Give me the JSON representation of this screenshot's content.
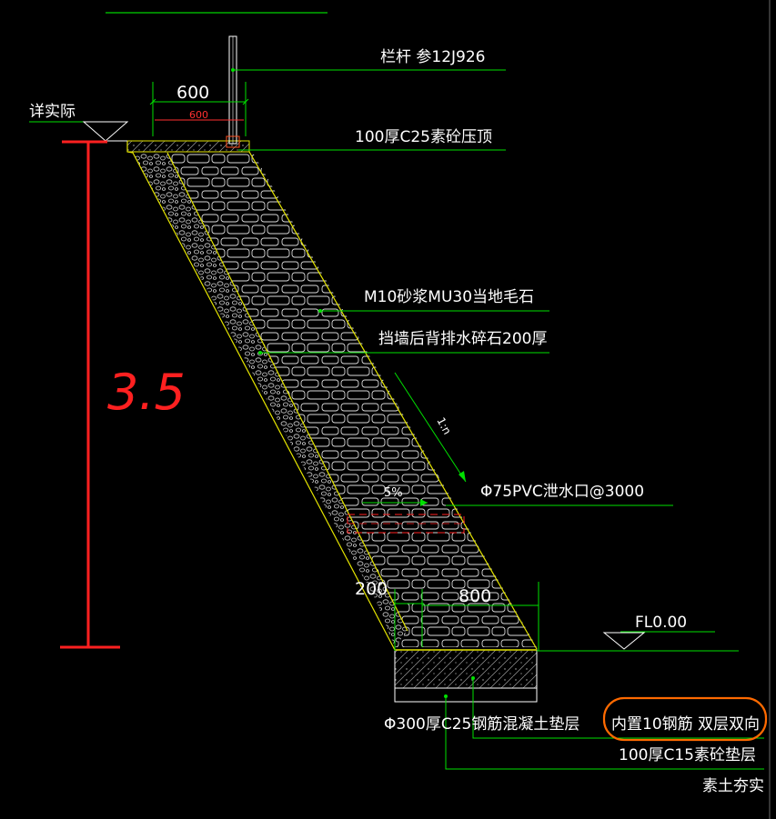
{
  "labels": {
    "railing": "栏杆  参12J926",
    "coping": "100厚C25素砼压顶",
    "masonry": "M10砂浆MU30当地毛石",
    "drain_gravel": "挡墙后背排水碎石200厚",
    "weep_pipe": "Φ75PVC泄水口@3000",
    "base_slab": "Φ300厚C25钢筋混凝土垫层",
    "reinforcement": "内置10钢筋  双层双向",
    "cushion": "100厚C15素砼垫层",
    "subgrade": "素土夯实",
    "top_level": "详实际",
    "floor_level": "FL0.00"
  },
  "dimensions": {
    "top_width": "600",
    "top_width_small": "600",
    "base_width": "800",
    "gravel_width": "200",
    "slope": "5%",
    "batter": "1:n"
  },
  "markup": {
    "height_note": "3.5"
  },
  "colors": {
    "background": "#000000",
    "leader": "#00e000",
    "outline": "#e6e600",
    "text": "#ffffff",
    "markup_red": "#ff2020",
    "highlight_orange": "#ff6a00"
  }
}
